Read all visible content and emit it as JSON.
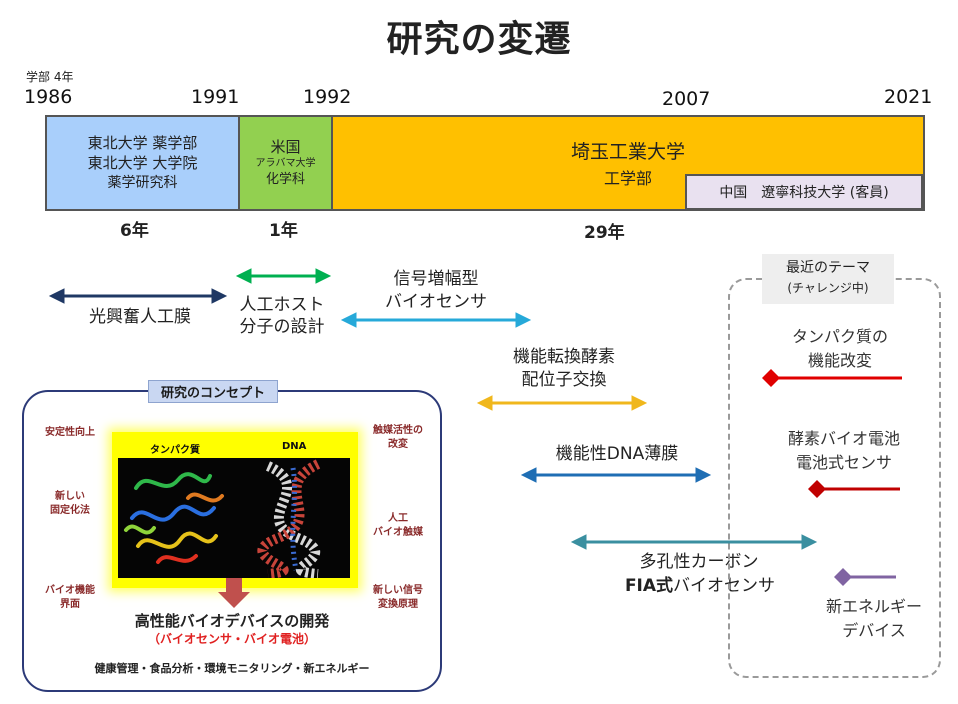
{
  "title": "研究の変遷",
  "timeline": {
    "note_1986": "学部 4年",
    "years": [
      "1986",
      "1991",
      "1992",
      "2007",
      "2021"
    ],
    "periods": [
      {
        "lines": [
          "東北大学 薬学部",
          "東北大学 大学院",
          "薬学研究科"
        ],
        "duration": "6年",
        "color": "#a9cffb"
      },
      {
        "lines": [
          "米国",
          "アラバマ大学",
          "化学科"
        ],
        "duration": "1年",
        "color": "#92d050"
      },
      {
        "lines": [
          "埼玉工業大学",
          "工学部"
        ],
        "duration": "29年",
        "color": "#ffc000"
      }
    ],
    "guest": "中国　遼寧科技大学 (客員)"
  },
  "themes": [
    {
      "label": [
        "光興奮人工膜"
      ],
      "color": "#1f3864"
    },
    {
      "label": [
        "人工ホスト",
        "分子の設計"
      ],
      "color": "#00b050"
    },
    {
      "label": [
        "信号増幅型",
        "バイオセンサ"
      ],
      "color": "#26a9d9"
    },
    {
      "label": [
        "機能転換酵素",
        "配位子交換"
      ],
      "color": "#f0b71c"
    },
    {
      "label": [
        "機能性DNA薄膜"
      ],
      "color": "#1f6eb4"
    },
    {
      "label": [
        "多孔性カーボン",
        "バイオセンサ"
      ],
      "prefix": "FIA式",
      "color": "#3a8fa0"
    }
  ],
  "concept": {
    "title": "研究のコンセプト",
    "left_labels": [
      "安定性向上",
      "新しい\n固定化法",
      "バイオ機能\n界面"
    ],
    "right_labels": [
      "触媒活性の\n改変",
      "人工\nバイオ触媒",
      "新しい信号\n変換原理"
    ],
    "protein_label": "タンパク質",
    "dna_label": "DNA",
    "goal": "高性能バイオデバイスの開発",
    "goal_sub": "（バイオセンサ・バイオ電池）",
    "applications": "健康管理・食品分析・環境モニタリング・新エネルギー"
  },
  "recent": {
    "title": "最近のテーマ",
    "subtitle": "(チャレンジ中)",
    "items": [
      {
        "lines": [
          "タンパク質の",
          "機能改変"
        ],
        "color": "#e00000"
      },
      {
        "lines": [
          "酵素バイオ電池",
          "電池式センサ"
        ],
        "color": "#c00000"
      },
      {
        "lines": [
          "新エネルギー",
          "デバイス"
        ],
        "color": "#8064a2"
      }
    ]
  }
}
